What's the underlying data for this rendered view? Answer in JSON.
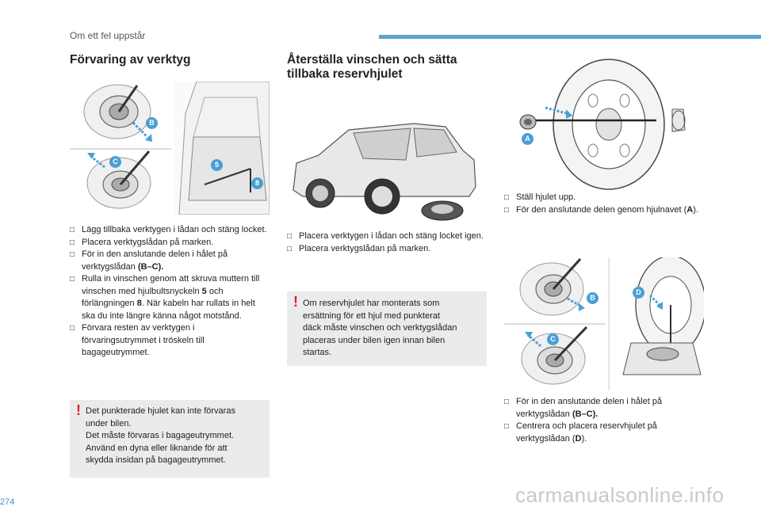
{
  "header": {
    "title": "Om ett fel uppstår"
  },
  "page_number": "274",
  "watermark": "carmanualsonline.info",
  "col1": {
    "heading": "Förvaring av verktyg",
    "figure_labels": [
      "B",
      "C",
      "5",
      "8"
    ],
    "bullets": [
      "Lägg tillbaka verktygen i lådan och stäng locket.",
      "Placera verktygslådan på marken.",
      "För in den anslutande delen i hålet på verktygslådan",
      "Rulla in vinschen genom att skruva muttern till vinschen med hjulbultsnyckeln",
      "Förvara resten av verktygen i förvaringsutrymmet i tröskeln till bagageutrymmet."
    ],
    "b3_bold": "(B–C).",
    "b4_num1": "5",
    "b4_mid": "och förlängningen",
    "b4_num2": "8",
    "b4_end": ". När kabeln har rullats in helt ska du inte längre känna något motstånd.",
    "warning": "Det punkterade hjulet kan inte förvaras under bilen. Det måste förvaras i bagageutrymmet. Använd en dyna eller liknande för att skydda insidan på bagageutrymmet.",
    "warning_l1": "Det punkterade hjulet kan inte förvaras",
    "warning_l2": "under bilen.",
    "warning_l3": "Det måste förvaras i bagageutrymmet.",
    "warning_l4": "Använd en dyna eller liknande för att",
    "warning_l5": "skydda insidan på bagageutrymmet."
  },
  "col2": {
    "heading_l1": "Återställa vinschen och sätta",
    "heading_l2": "tillbaka reservhjulet",
    "bullets": [
      "Placera verktygen i lådan och stäng locket igen.",
      "Placera verktygslådan på marken."
    ],
    "warning_l1": "Om reservhjulet har monterats som",
    "warning_l2": "ersättning för ett hjul med punkterat",
    "warning_l3": "däck måste vinschen och verktygslådan",
    "warning_l4": "placeras under bilen igen innan bilen",
    "warning_l5": "startas."
  },
  "col3": {
    "figure1_labels": [
      "A"
    ],
    "figure2_labels": [
      "B",
      "D",
      "C"
    ],
    "bullets_top": [
      "Ställ hjulet upp.",
      "För den anslutande delen genom hjulnavet"
    ],
    "top_b2_label": "A",
    "bullets_bottom": [
      "För in den anslutande delen i hålet på verktygslådan",
      "Centrera och placera reservhjulet på verktygslådan"
    ],
    "bottom_b1_bold": "(B–C).",
    "bottom_b2_label": "D"
  },
  "colors": {
    "label_circle": "#4a9fd4",
    "accent_bar": "#5ba3d0",
    "warning_bg": "#e9ebec",
    "warning_mark": "#e0202a"
  }
}
